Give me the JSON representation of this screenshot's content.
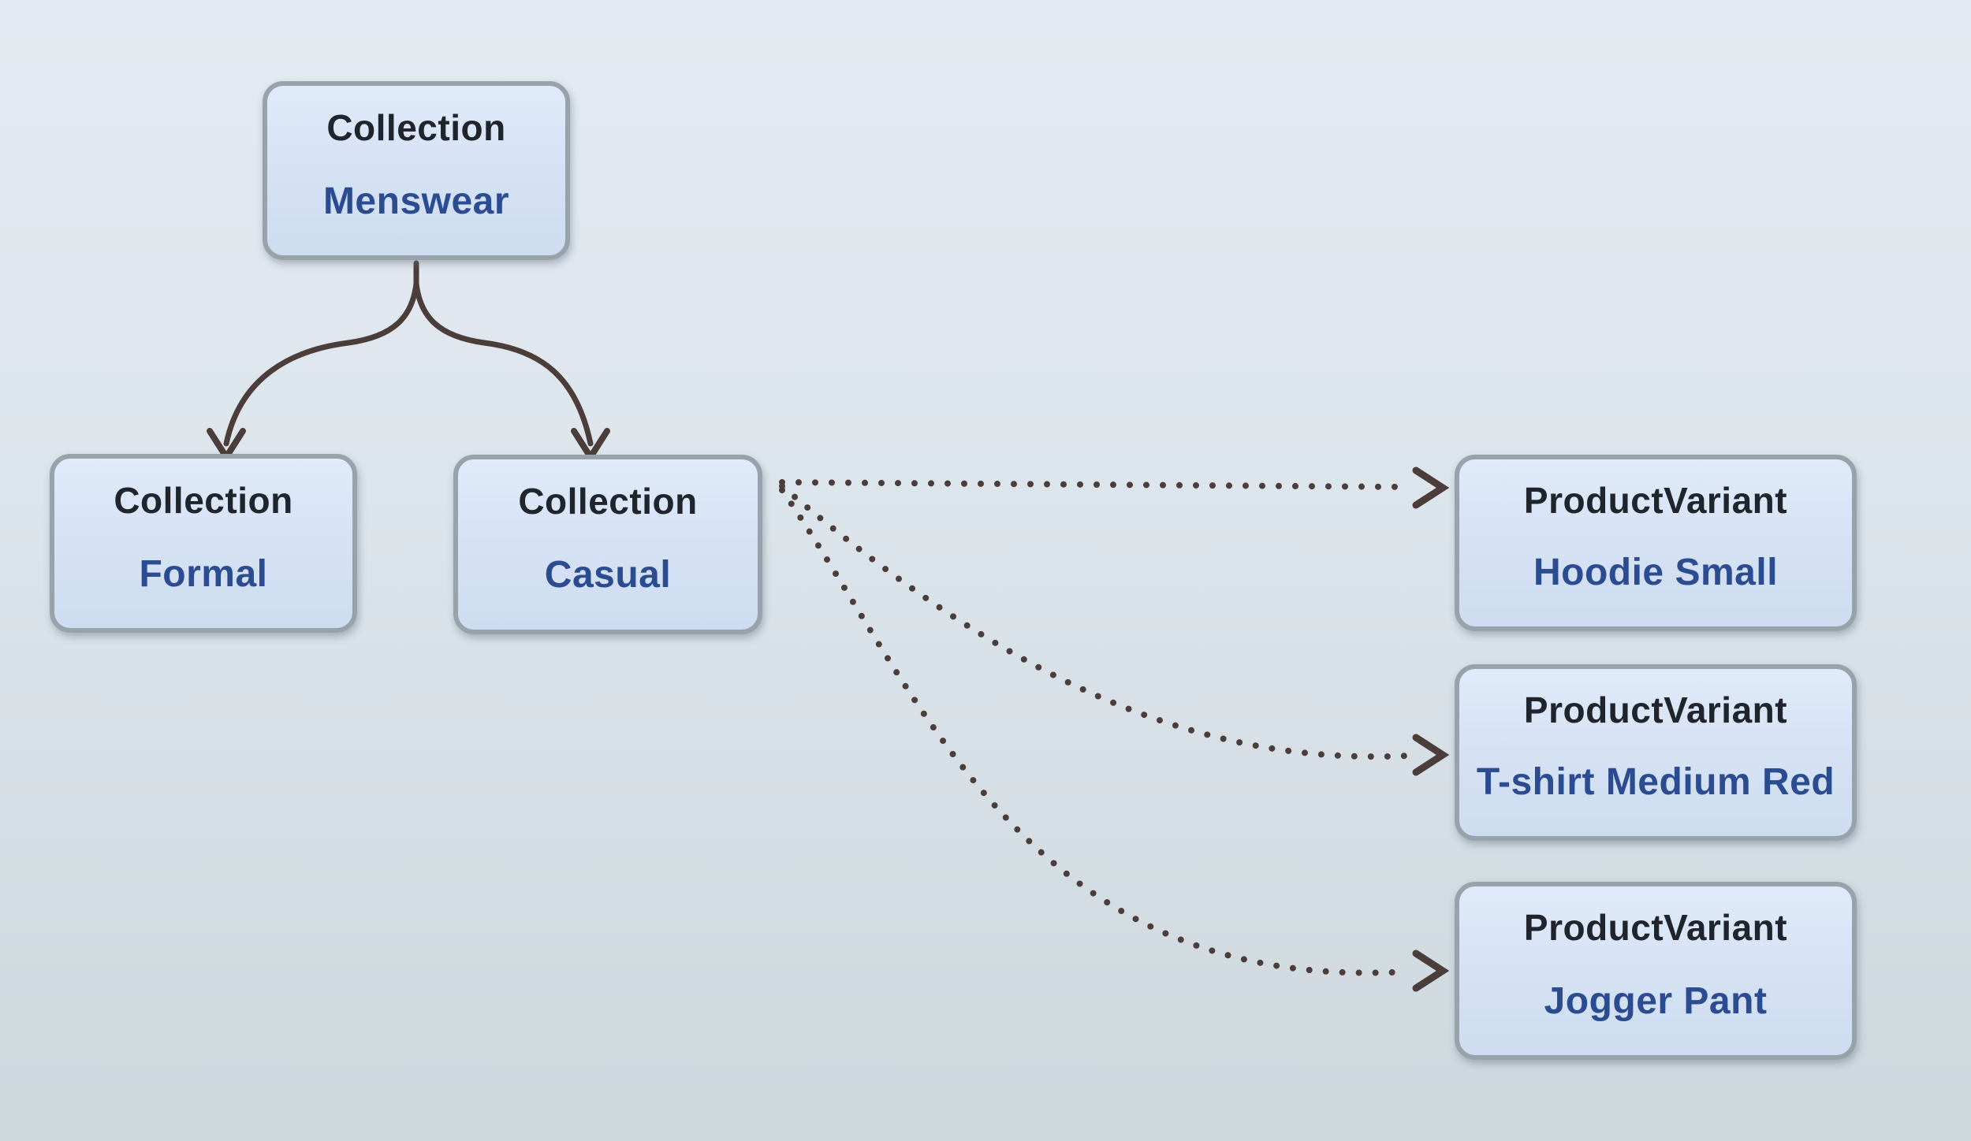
{
  "diagram": {
    "nodes": [
      {
        "type": "Collection",
        "name": "Menswear"
      },
      {
        "type": "Collection",
        "name": "Formal"
      },
      {
        "type": "Collection",
        "name": "Casual"
      },
      {
        "type": "ProductVariant",
        "name": "Hoodie Small"
      },
      {
        "type": "ProductVariant",
        "name": "T-shirt Medium Red"
      },
      {
        "type": "ProductVariant",
        "name": "Jogger Pant"
      }
    ],
    "edges": [
      {
        "from": "Menswear",
        "to": "Formal",
        "style": "solid",
        "arrow": "open-v"
      },
      {
        "from": "Menswear",
        "to": "Casual",
        "style": "solid",
        "arrow": "open-v"
      },
      {
        "from": "Casual",
        "to": "Hoodie Small",
        "style": "dotted",
        "arrow": "open-chevron"
      },
      {
        "from": "Casual",
        "to": "T-shirt Medium Red",
        "style": "dotted",
        "arrow": "open-chevron"
      },
      {
        "from": "Casual",
        "to": "Jogger Pant",
        "style": "dotted",
        "arrow": "open-chevron"
      }
    ]
  },
  "theme": {
    "bg-top": "#e4eaf1",
    "bg-bottom": "#cdd7dc",
    "node-fill-top": "#dfeafa",
    "node-fill-bottom": "#cddcf0",
    "node-border": "#98a2ab",
    "type-color": "#20252d",
    "name-color": "#2b4c90",
    "arrow-color": "#4b3d39"
  }
}
